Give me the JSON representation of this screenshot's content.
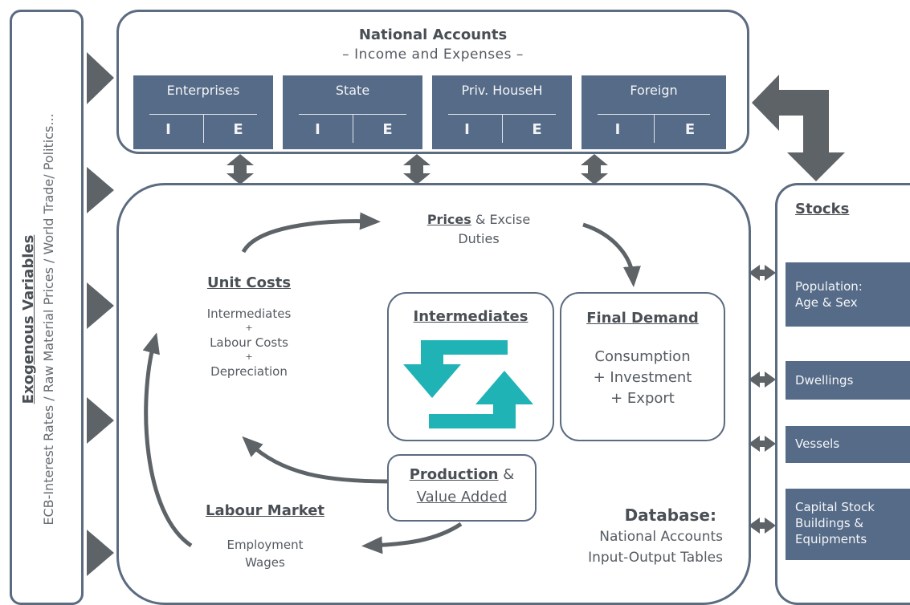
{
  "exogenous": {
    "title": "Exogenous Variables",
    "subtitle": "ECB-Interest Rates / Raw Material Prices / World Trade/ Politics..."
  },
  "national_accounts": {
    "title": "National Accounts",
    "subtitle": "– Income and Expenses –",
    "sectors": [
      {
        "name": "Enterprises",
        "income": "I",
        "expenses": "E"
      },
      {
        "name": "State",
        "income": "I",
        "expenses": "E"
      },
      {
        "name": "Priv. HouseH",
        "income": "I",
        "expenses": "E"
      },
      {
        "name": "Foreign",
        "income": "I",
        "expenses": "E"
      }
    ]
  },
  "prices": {
    "title": "Prices",
    "rest1": " & Excise",
    "rest2": "Duties"
  },
  "unit_costs": {
    "title": "Unit Costs",
    "lines": [
      "Intermediates",
      "+",
      "Labour Costs",
      "+",
      "Depreciation"
    ]
  },
  "intermediates": {
    "title": "Intermediates"
  },
  "final_demand": {
    "title": "Final Demand",
    "lines": [
      "Consumption",
      "+ Investment",
      "+ Export"
    ]
  },
  "production": {
    "title": "Production",
    "amp": " &",
    "line2": "Value Added"
  },
  "labour_market": {
    "title": "Labour Market",
    "lines": [
      "Employment",
      "Wages"
    ]
  },
  "database": {
    "title": "Database:",
    "lines": [
      "National Accounts",
      "Input-Output Tables"
    ]
  },
  "stocks": {
    "title": "Stocks",
    "items": [
      {
        "label1": "Population:",
        "label2": "Age & Sex"
      },
      {
        "label1": "Dwellings"
      },
      {
        "label1": "Vessels"
      },
      {
        "label1": "Capital Stock",
        "label2": "Buildings &",
        "label3": "Equipments"
      }
    ]
  },
  "colors": {
    "frame": "#5b6b80",
    "box_fill": "#566b87",
    "arrow": "#5e6368",
    "accent": "#1fb3b6"
  }
}
